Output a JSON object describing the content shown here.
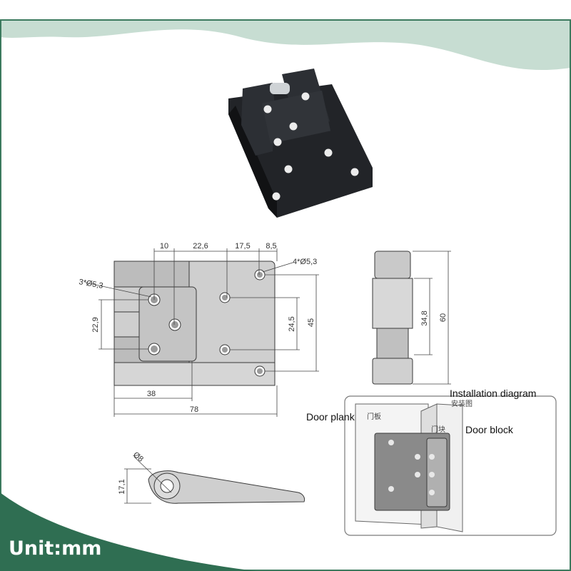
{
  "colors": {
    "frame": "#3c7a5e",
    "top_band": "#c7ddd2",
    "corner": "#2f6e52",
    "photo_body": "#222428",
    "drawing_fill": "#cfcfcf",
    "drawing_line": "#3a3a3a"
  },
  "front_view": {
    "dims_top": [
      "10",
      "22,6",
      "17,5",
      "8,5"
    ],
    "holes_right": "4*Ø5,3",
    "holes_left": "3*Ø5,3",
    "height_left": "22,9",
    "height_inner": "24,5",
    "height_total": "45",
    "width_inner": "38",
    "width_total": "78"
  },
  "side_view": {
    "height_inner": "34,8",
    "height_total": "60"
  },
  "bottom_view": {
    "diameter": "Ø8",
    "height": "17,1"
  },
  "installation": {
    "title": "Installation diagram",
    "title_cn": "安装图",
    "door_plank": "Door plank",
    "door_plank_cn": "门板",
    "door_block": "Door block",
    "door_block_cn": "门块"
  },
  "unit_label": "Unit:mm",
  "icons": [
    "hinge-product-photo",
    "hinge-front-drawing",
    "hinge-side-drawing",
    "hinge-profile-drawing",
    "installed-hinge-illustration"
  ]
}
